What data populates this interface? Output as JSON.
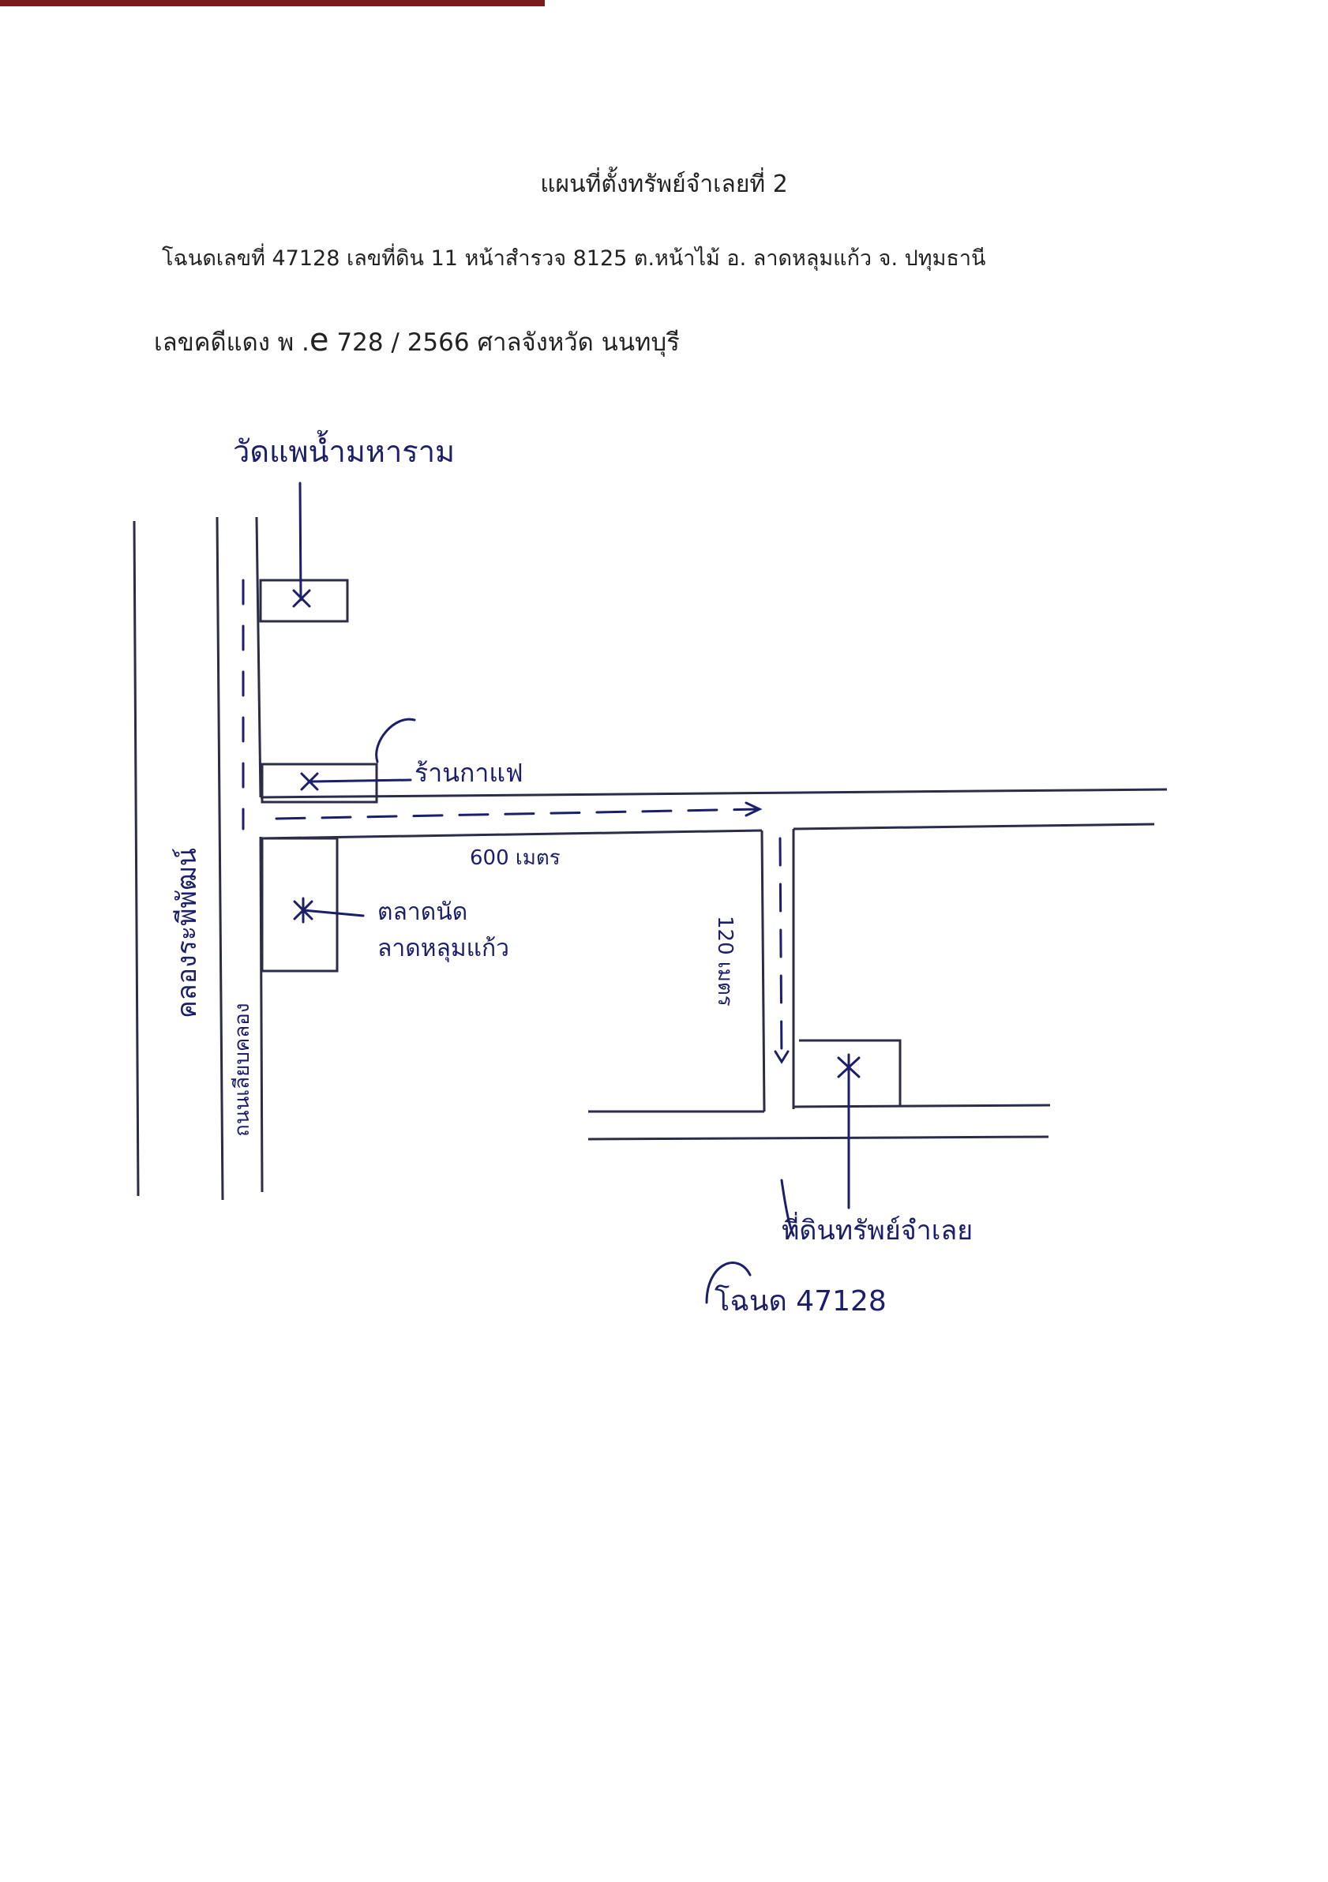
{
  "header": {
    "title": "แผนที่ตั้งทรัพย์จำเลยที่ 2",
    "deed_line": "โฉนดเลขที่ 47128 เลขที่ดิน 11 หน้าสำรวจ 8125 ต.หน้าไม้  อ. ลาดหลุมแก้ว   จ. ปทุมธานี",
    "case_prefix": "เลขคดีแดง พ .",
    "case_letter": "e",
    "case_rest": " 728  / 2566  ศาลจังหวัด นนทบุรี"
  },
  "map": {
    "ink_color": "#1b1f6b",
    "line_color": "#2b2b4a",
    "labels": {
      "temple": "วัดแพน้ำมหาราม",
      "coffee_shop": "ร้านกาแฟ",
      "market": "ตลาดนัด\nลาดหลุมแก้ว",
      "main_canal": "คลองระพีพัฒน์",
      "road_side": "ถนนเลียบคลอง",
      "distance_horizontal": "600 เมตร",
      "distance_vertical": "120 เมตร",
      "property": "ที่ดินทรัพย์จำเลย",
      "deed_note": "โฉนด 47128"
    }
  }
}
